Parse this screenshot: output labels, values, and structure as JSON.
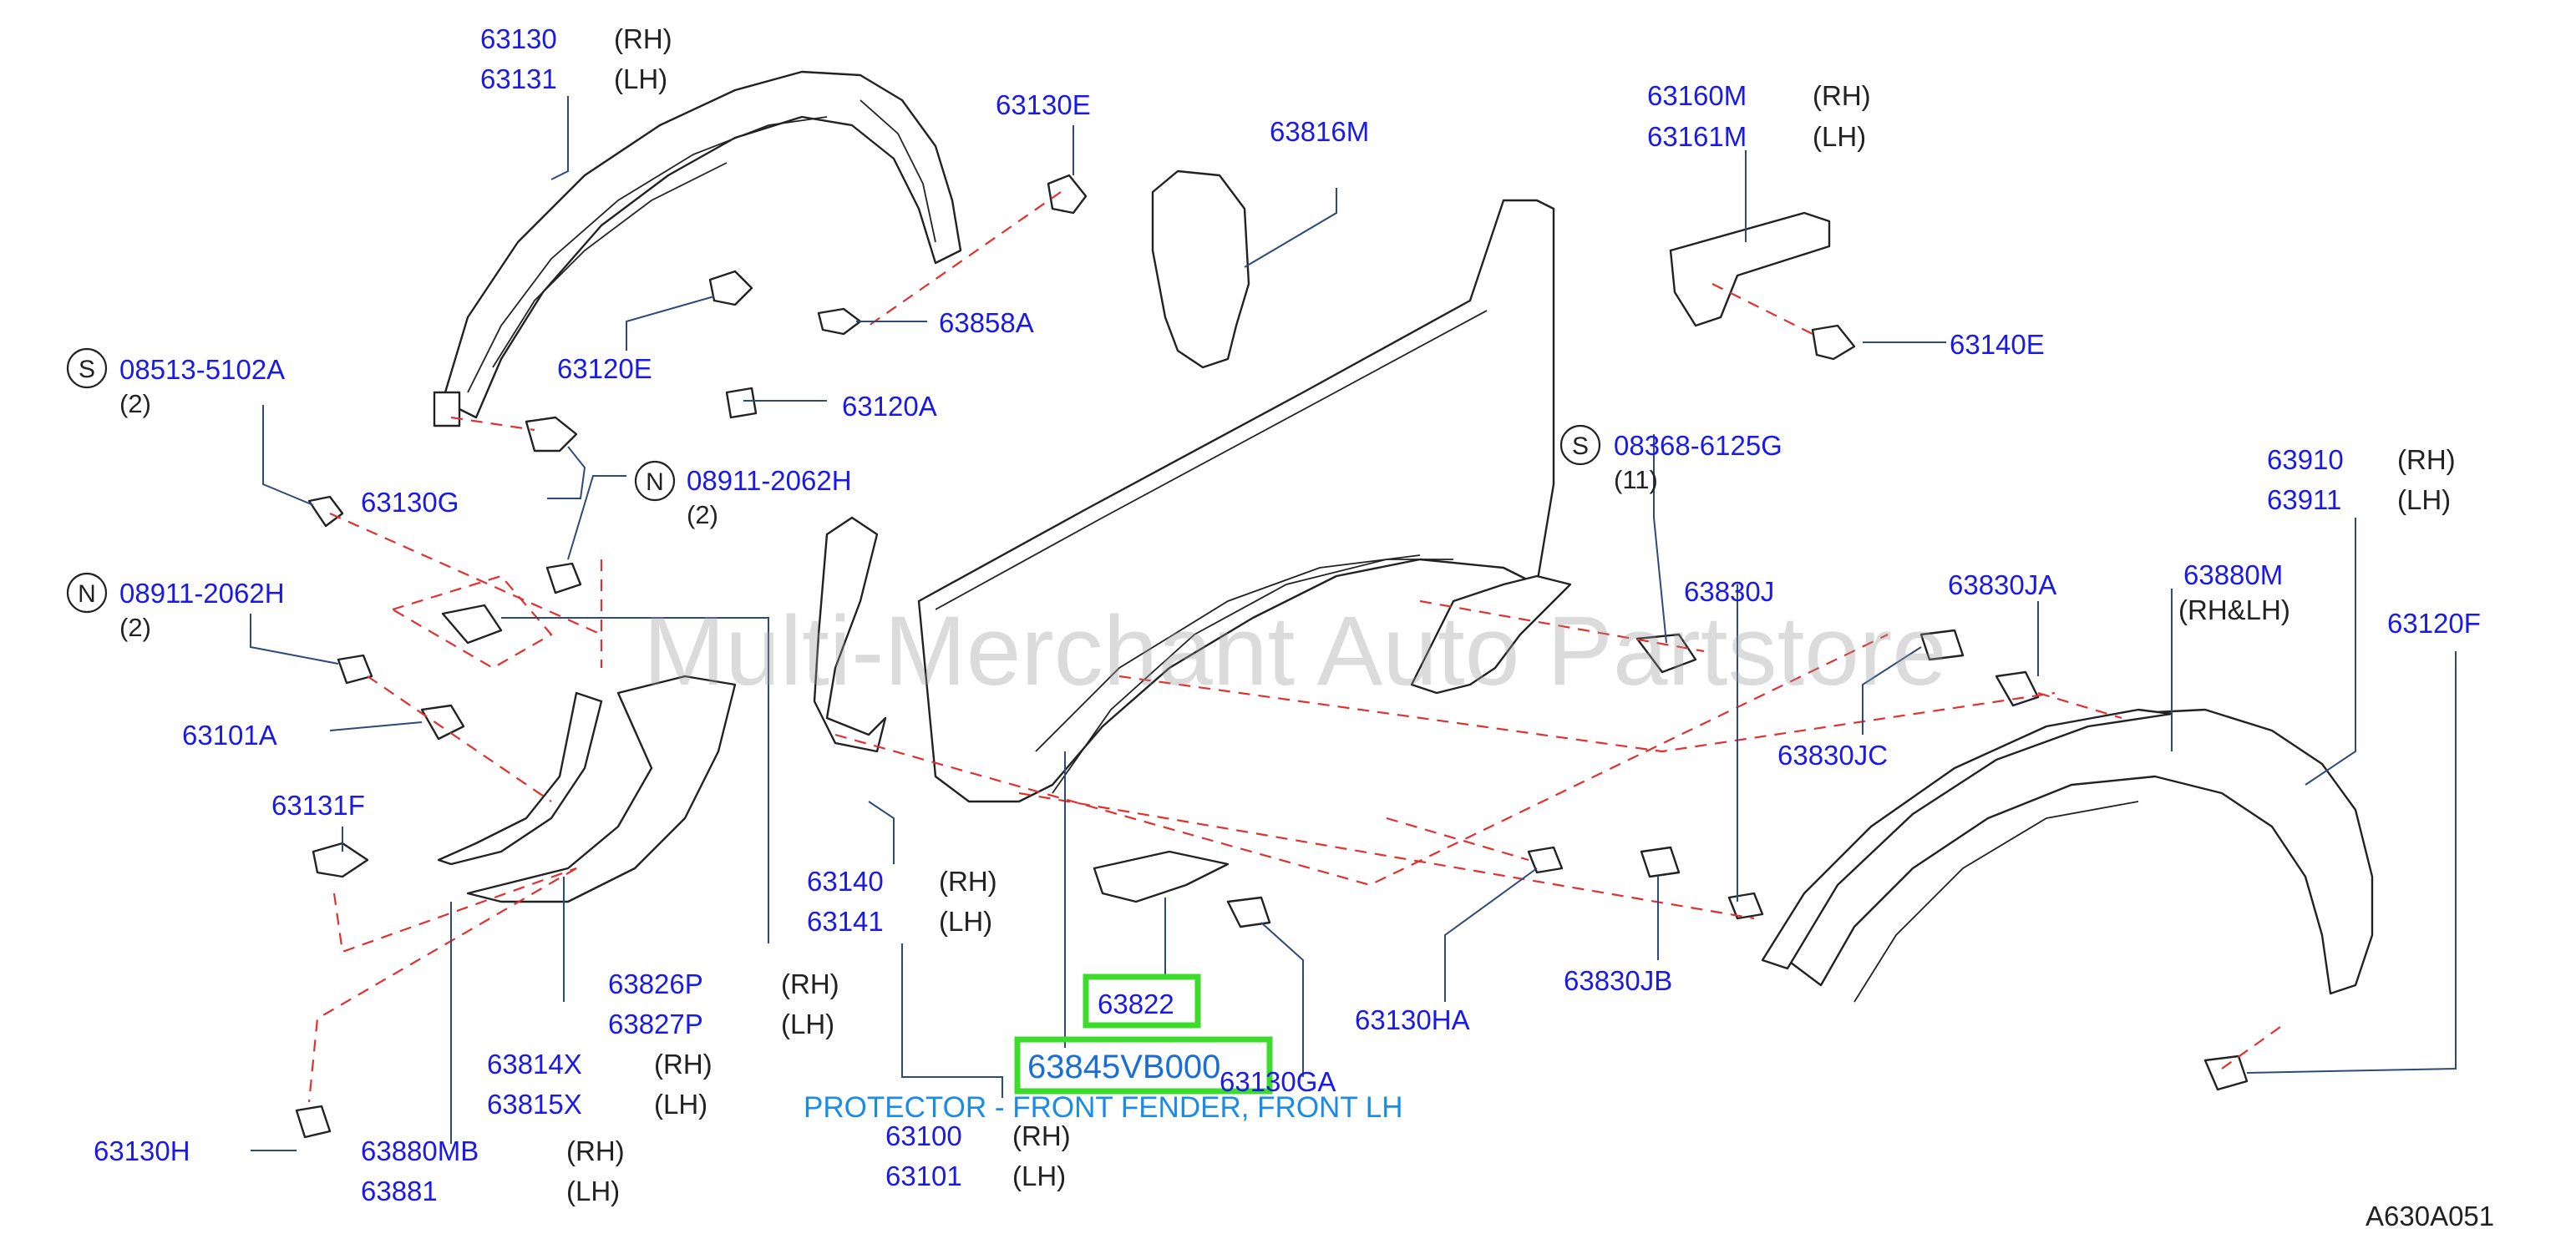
{
  "labels": {
    "p63130": "63130",
    "p63131": "63131",
    "p63130e": "63130E",
    "p63816m": "63816M",
    "p63160m": "63160M",
    "p63161m": "63161M",
    "p63140e": "63140E",
    "p63858a": "63858A",
    "p63120e": "63120E",
    "p63120a": "63120A",
    "s08513": "08513-5102A",
    "s08513_qty": "(2)",
    "p63130g": "63130G",
    "n08911a": "08911-2062H",
    "n08911a_qty": "(2)",
    "n08911b": "08911-2062H",
    "n08911b_qty": "(2)",
    "s08368": "08368-6125G",
    "s08368_qty": "(11)",
    "p63910": "63910",
    "p63911": "63911",
    "p63880m": "63880M",
    "p63880m_side": "(RH&LH)",
    "p63120f": "63120F",
    "p63830j": "63830J",
    "p63830ja": "63830JA",
    "p63830jc": "63830JC",
    "p63101a": "63101A",
    "p63131f": "63131F",
    "p63140": "63140",
    "p63141": "63141",
    "p63826p": "63826P",
    "p63827p": "63827P",
    "p63814x": "63814X",
    "p63815x": "63815X",
    "p63822": "63822",
    "p63845": "63845VB000",
    "p63130ga": "63130GA",
    "p63130ha": "63130HA",
    "p63830jb": "63830JB",
    "p63130h": "63130H",
    "p63880mb": "63880MB",
    "p63881": "63881",
    "p63100": "63100",
    "p63101": "63101"
  },
  "sides": {
    "rh": "(RH)",
    "lh": "(LH)"
  },
  "markers": {
    "s": "S",
    "n": "N"
  },
  "description": "PROTECTOR - FRONT FENDER, FRONT LH",
  "watermark": "Multi-Merchant Auto Partstore",
  "diagram_code": "A630A051",
  "colors": {
    "label": "#1a1ae6",
    "highlight": "#3ddc2c",
    "leader_dash": "#e03030"
  }
}
